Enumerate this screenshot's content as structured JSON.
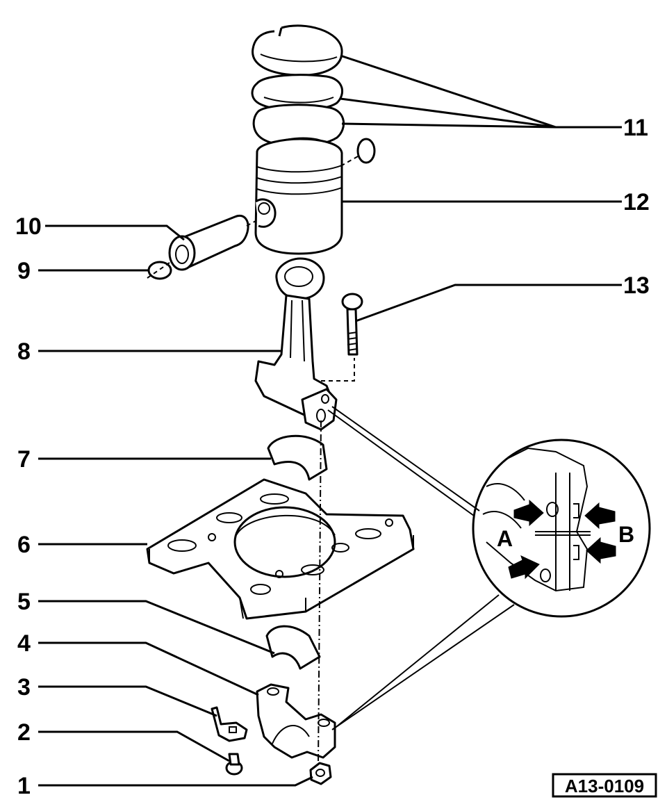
{
  "callouts": {
    "c1": "1",
    "c2": "2",
    "c3": "3",
    "c4": "4",
    "c5": "5",
    "c6": "6",
    "c7": "7",
    "c8": "8",
    "c9": "9",
    "c10": "10",
    "c11": "11",
    "c12": "12",
    "c13": "13"
  },
  "detail": {
    "label_a": "A",
    "label_b": "B"
  },
  "reference_code": "A13-0109",
  "colors": {
    "ink": "#000000",
    "paper": "#ffffff"
  }
}
